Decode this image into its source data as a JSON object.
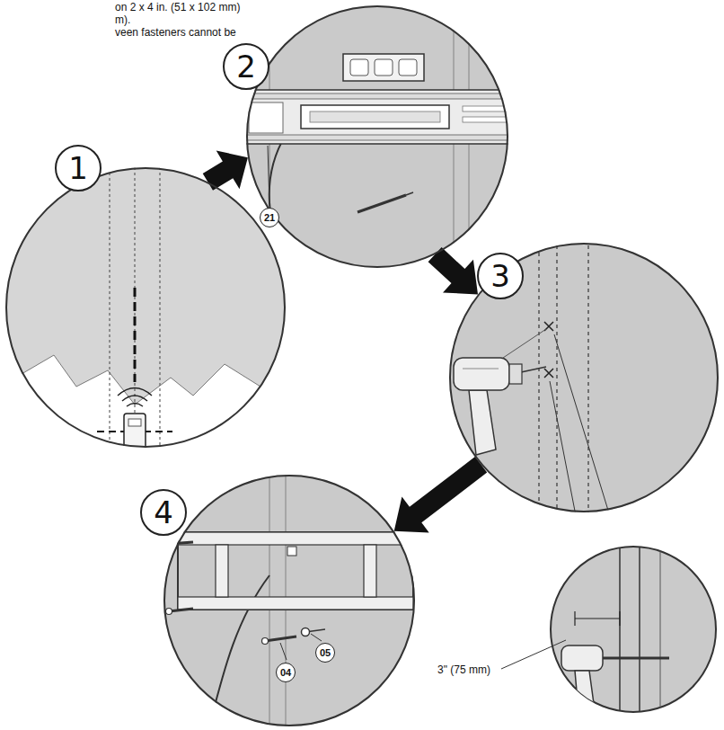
{
  "diagram": {
    "nodes": [
      {
        "text": [
          "1"
        ]
      },
      {
        "text": [
          "2"
        ]
      },
      {
        "text": [
          "3"
        ]
      },
      {
        "text": [
          "4"
        ]
      }
    ],
    "edges": [
      {
        "from": 0,
        "to": 1,
        "arrow": "to"
      },
      {
        "from": 1,
        "to": 2,
        "arrow": "to"
      },
      {
        "from": 2,
        "to": 3,
        "arrow": "to"
      }
    ],
    "labels": [
      "on 2 x 4 in. (51 x 102 mm)",
      "m).",
      "veen fasteners cannot be",
      "21",
      "3\" (75 mm)",
      "04",
      "05"
    ]
  }
}
